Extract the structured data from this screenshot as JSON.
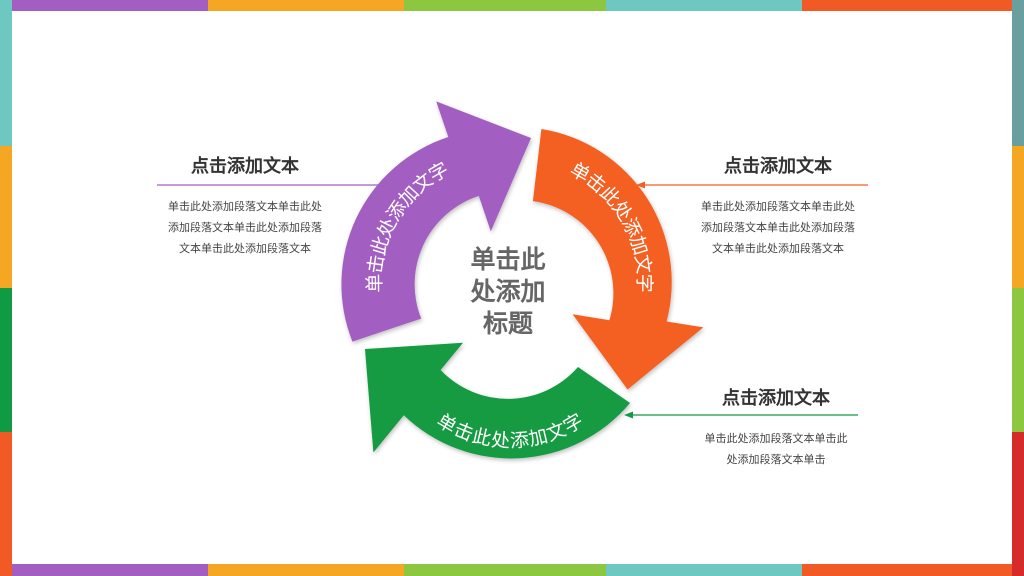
{
  "palette": {
    "purple": "#a25fc1",
    "orange": "#f5a623",
    "green_light": "#8dc63f",
    "teal": "#6ec8c2",
    "red_orange": "#f15a24",
    "green_dark": "#109a43",
    "red": "#d62b2b"
  },
  "center_title": [
    "单击此",
    "处添加",
    "标题"
  ],
  "arrows": [
    {
      "label": "单击此处添加文字",
      "color": "#a25fc1"
    },
    {
      "label": "单击此处添加文字",
      "color": "#f45f22"
    },
    {
      "label": "单击此处添加文字",
      "color": "#139a43"
    }
  ],
  "blocks": {
    "left": {
      "title": "点击添加文本",
      "lines": [
        "单击此处添加段落文本单击此处",
        "添加段落文本单击此处添加段落",
        "文本单击此处添加段落文本"
      ],
      "line_color": "#a25fc1"
    },
    "right_top": {
      "title": "点击添加文本",
      "lines": [
        "单击此处添加段落文本单击此处",
        "添加段落文本单击此处添加段落",
        "文本单击此处添加段落文本"
      ],
      "line_color": "#f45f22"
    },
    "right_bottom": {
      "title": "点击添加文本",
      "lines": [
        "单击此处添加段落文本单击此",
        "处添加段落文本单击"
      ],
      "line_color": "#139a43"
    }
  }
}
